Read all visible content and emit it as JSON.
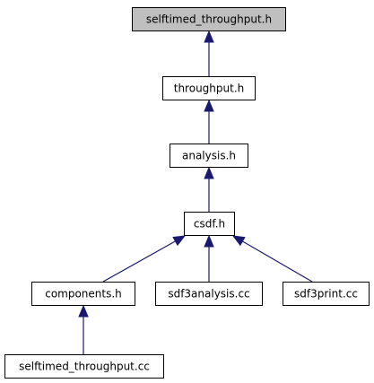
{
  "graph": {
    "nodes": [
      {
        "id": "selftimed_throughput_h",
        "label": "selftimed_throughput.h",
        "highlighted": true
      },
      {
        "id": "throughput_h",
        "label": "throughput.h",
        "highlighted": false
      },
      {
        "id": "analysis_h",
        "label": "analysis.h",
        "highlighted": false
      },
      {
        "id": "csdf_h",
        "label": "csdf.h",
        "highlighted": false
      },
      {
        "id": "components_h",
        "label": "components.h",
        "highlighted": false
      },
      {
        "id": "sdf3analysis_cc",
        "label": "sdf3analysis.cc",
        "highlighted": false
      },
      {
        "id": "sdf3print_cc",
        "label": "sdf3print.cc",
        "highlighted": false
      },
      {
        "id": "selftimed_throughput_cc",
        "label": "selftimed_throughput.cc",
        "highlighted": false
      }
    ],
    "edges": [
      {
        "from": "throughput_h",
        "to": "selftimed_throughput_h"
      },
      {
        "from": "analysis_h",
        "to": "throughput_h"
      },
      {
        "from": "csdf_h",
        "to": "analysis_h"
      },
      {
        "from": "components_h",
        "to": "csdf_h"
      },
      {
        "from": "sdf3analysis_cc",
        "to": "csdf_h"
      },
      {
        "from": "sdf3print_cc",
        "to": "csdf_h"
      },
      {
        "from": "selftimed_throughput_cc",
        "to": "components_h"
      }
    ],
    "colors": {
      "edge": "#191970",
      "highlight_fill": "#bfbfbf",
      "box_fill": "#ffffff",
      "box_stroke": "#000000"
    }
  }
}
